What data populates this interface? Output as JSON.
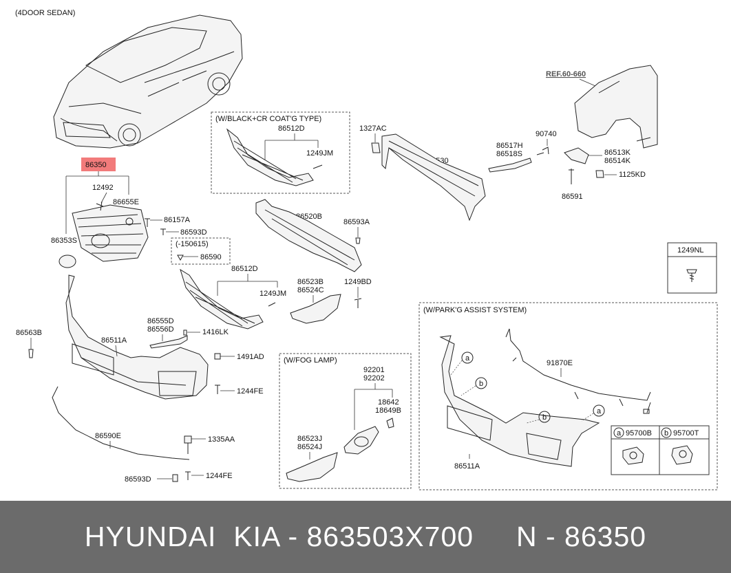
{
  "diagram": {
    "variant_label": "(4DOOR SEDAN)",
    "groups": {
      "black_cr": "(W/BLACK+CR COAT'G TYPE)",
      "date_code": "(-150615)",
      "fog_lamp": "(W/FOG LAMP)",
      "park_assist": "(W/PARK'G ASSIST SYSTEM)"
    },
    "ref_label": "REF.60-660",
    "highlight_part": "86350",
    "legend_box": {
      "code": "1249NL"
    },
    "sensor_legend": [
      {
        "marker": "a",
        "code": "95700B"
      },
      {
        "marker": "b",
        "code": "95700T"
      }
    ],
    "markers": {
      "a": "a",
      "b": "b"
    },
    "parts": {
      "p12492": "12492",
      "p86655E": "86655E",
      "p86353S": "86353S",
      "p86157A": "86157A",
      "p86593D_top": "86593D",
      "p86590": "86590",
      "p86512D_top": "86512D",
      "p1249JM_top": "1249JM",
      "p86512D_mid": "86512D",
      "p1249JM_mid": "1249JM",
      "p86520B": "86520B",
      "p86593A": "86593A",
      "p1327AC": "1327AC",
      "p86530": "86530",
      "p86517H": "86517H",
      "p86518S": "86518S",
      "p90740": "90740",
      "p86513K": "86513K",
      "p86514K": "86514K",
      "p1125KD": "1125KD",
      "p86591": "86591",
      "p86523B": "86523B",
      "p86524C": "86524C",
      "p1249BD": "1249BD",
      "p86563B": "86563B",
      "p86511A_left": "86511A",
      "p86555D": "86555D",
      "p86556D": "86556D",
      "p1416LK": "1416LK",
      "p1491AD": "1491AD",
      "p1244FE_top": "1244FE",
      "p86590E": "86590E",
      "p1335AA": "1335AA",
      "p86593D_bot": "86593D",
      "p1244FE_bot": "1244FE",
      "p92201": "92201",
      "p92202": "92202",
      "p18642": "18642",
      "p18649B": "18649B",
      "p86523J": "86523J",
      "p86524J": "86524J",
      "p91870E": "91870E",
      "p86511A_right": "86511A"
    }
  },
  "footer": {
    "text": "HYUNDAI  KIA - 863503X700     N - 86350"
  }
}
